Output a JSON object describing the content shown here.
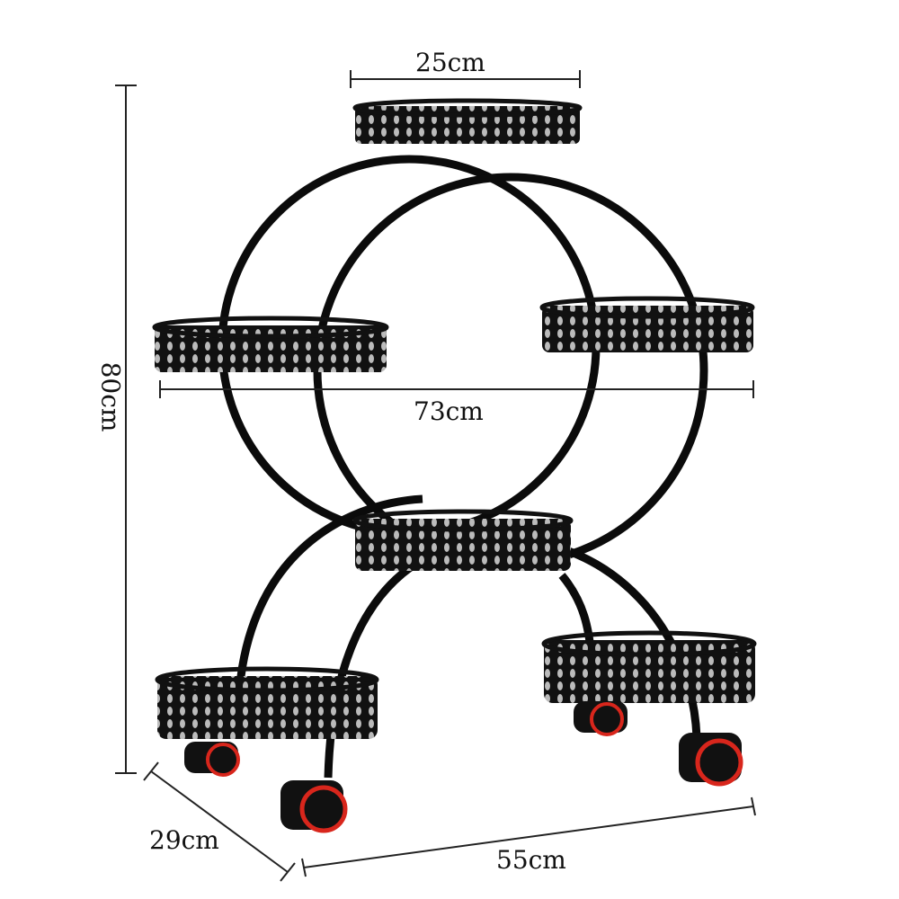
{
  "product": "plant-stand",
  "colors": {
    "frame": "#0b0b0b",
    "wheel_rim": "#d8261c",
    "dimension_line": "#222222"
  },
  "dimensions": {
    "top_width": "25cm",
    "height": "80cm",
    "overall_width": "73cm",
    "depth": "29cm",
    "base_width": "55cm"
  }
}
